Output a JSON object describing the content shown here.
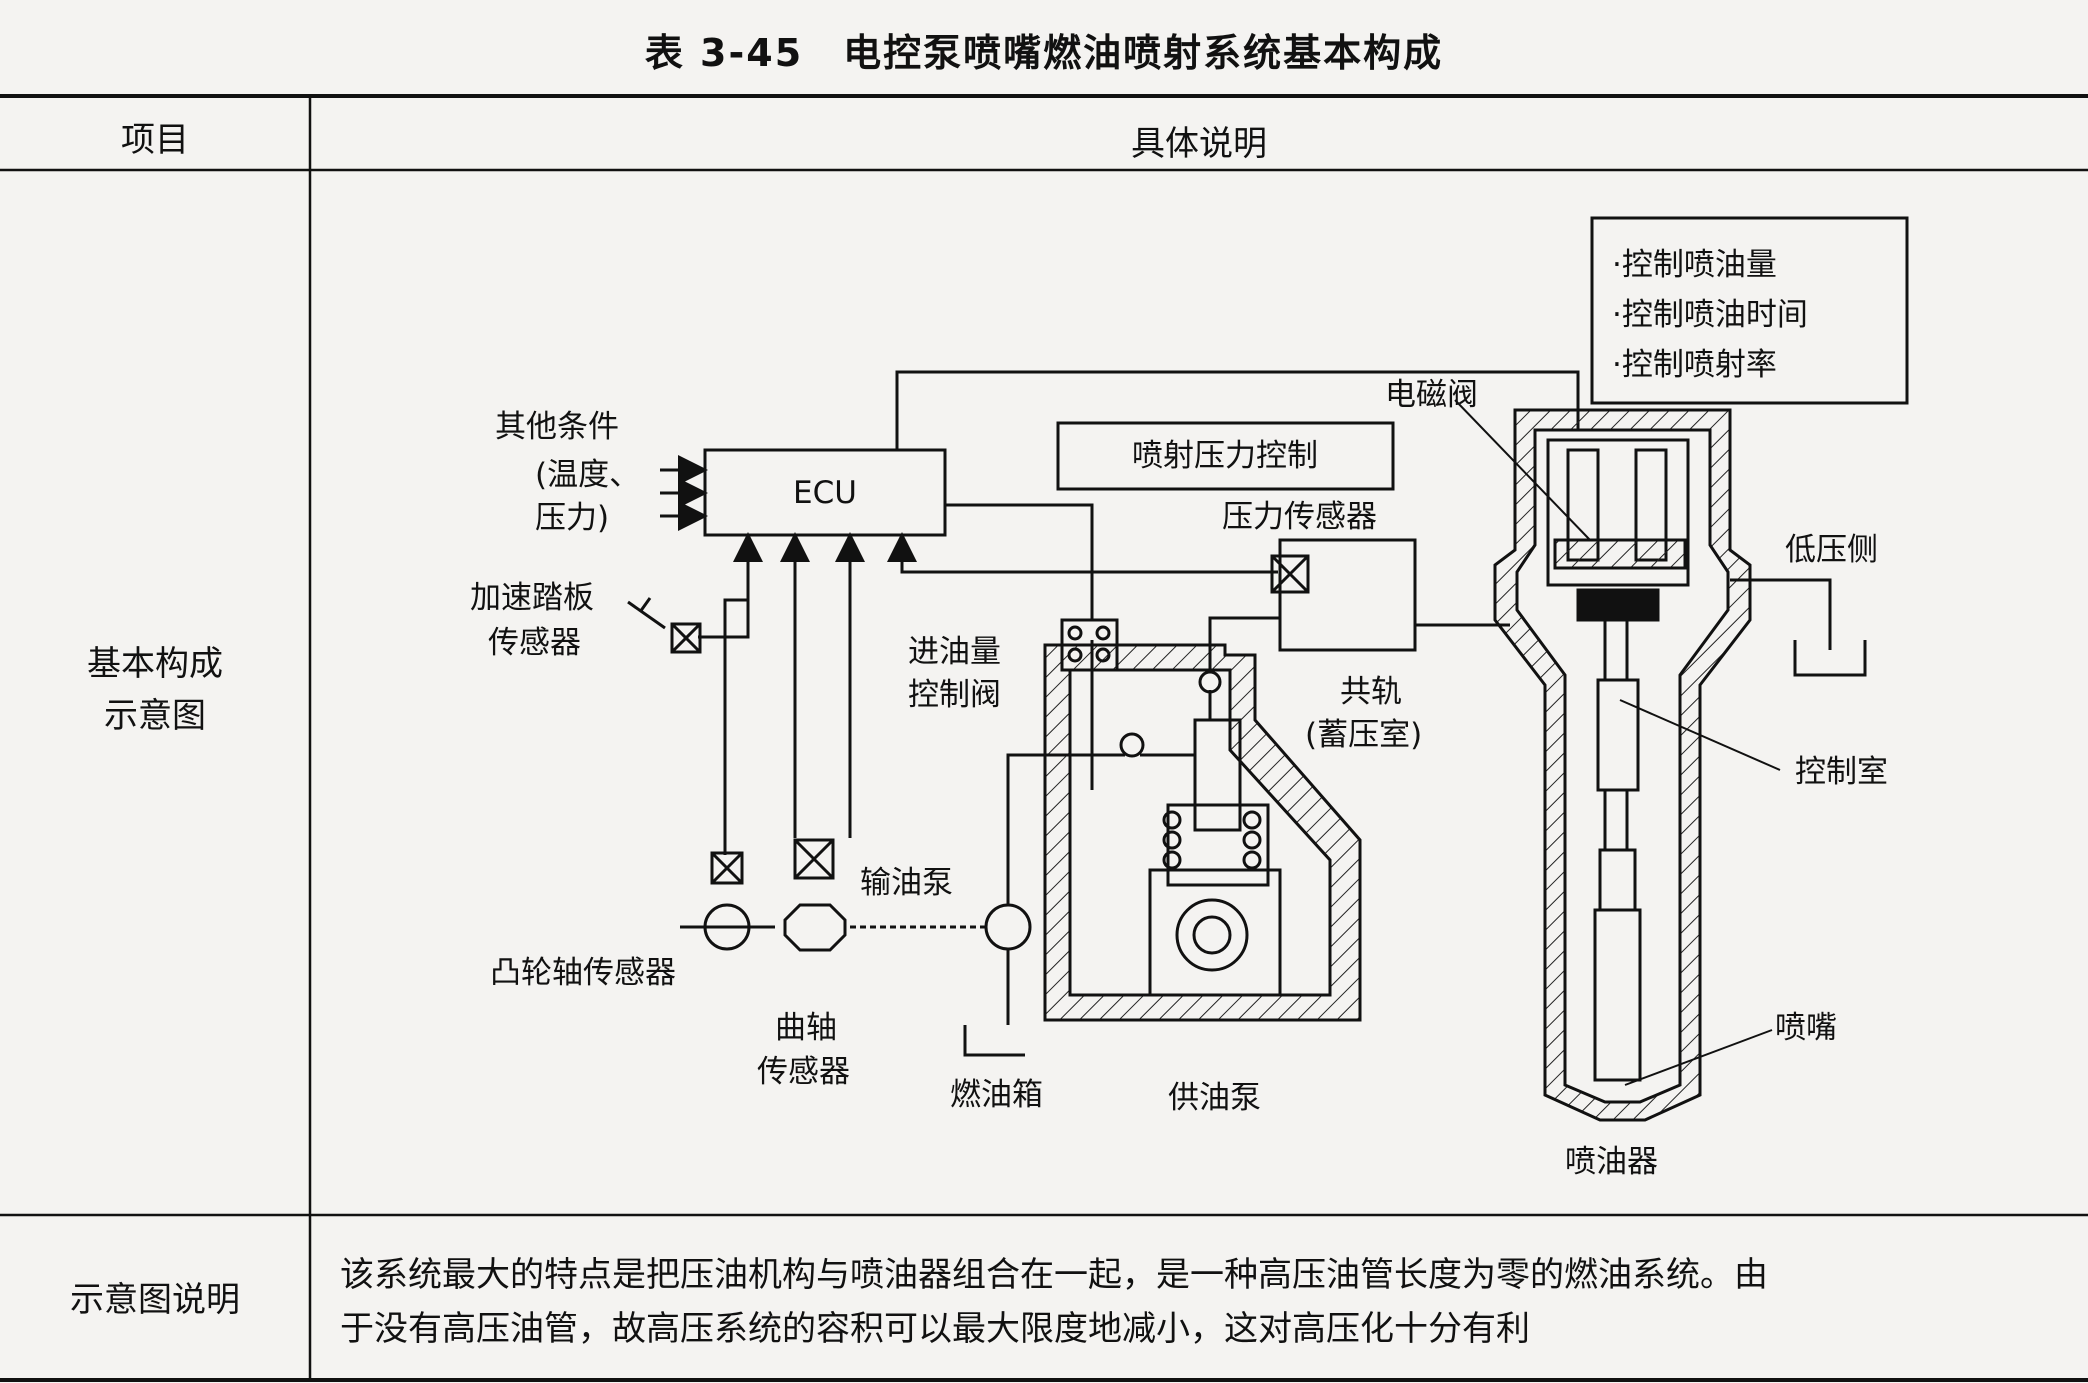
{
  "title": "表 3-45　电控泵喷嘴燃油喷射系统基本构成",
  "header": {
    "item": "项目",
    "description": "具体说明"
  },
  "rows": [
    {
      "label_line1": "基本构成",
      "label_line2": "示意图"
    },
    {
      "label": "示意图说明"
    }
  ],
  "diagram": {
    "ecu": "ECU",
    "other_conditions": "其他条件",
    "temp_line": "(温度、",
    "pressure_line": "压力)",
    "accel_line1": "加速踏板",
    "accel_line2": "传感器",
    "injection_pressure_control": "喷射压力控制",
    "pressure_sensor": "压力传感器",
    "inlet_valve_line1": "进油量",
    "inlet_valve_line2": "控制阀",
    "rail_line1": "共轨",
    "rail_line2": "(蓄压室)",
    "feed_pump": "输油泵",
    "camshaft_sensor": "凸轮轴传感器",
    "crank_line1": "曲轴",
    "crank_line2": "传感器",
    "fuel_tank": "燃油箱",
    "supply_pump": "供油泵",
    "control_list": [
      "·控制喷油量",
      "·控制喷油时间",
      "·控制喷射率"
    ],
    "solenoid_valve": "电磁阀",
    "low_pressure_side": "低压侧",
    "control_chamber": "控制室",
    "nozzle": "喷嘴",
    "injector": "喷油器"
  },
  "explanation": {
    "line1": "该系统最大的特点是把压油机构与喷油器组合在一起，是一种高压油管长度为零的燃油系统。由",
    "line2": "于没有高压油管，故高压系统的容积可以最大限度地减小，这对高压化十分有利"
  }
}
